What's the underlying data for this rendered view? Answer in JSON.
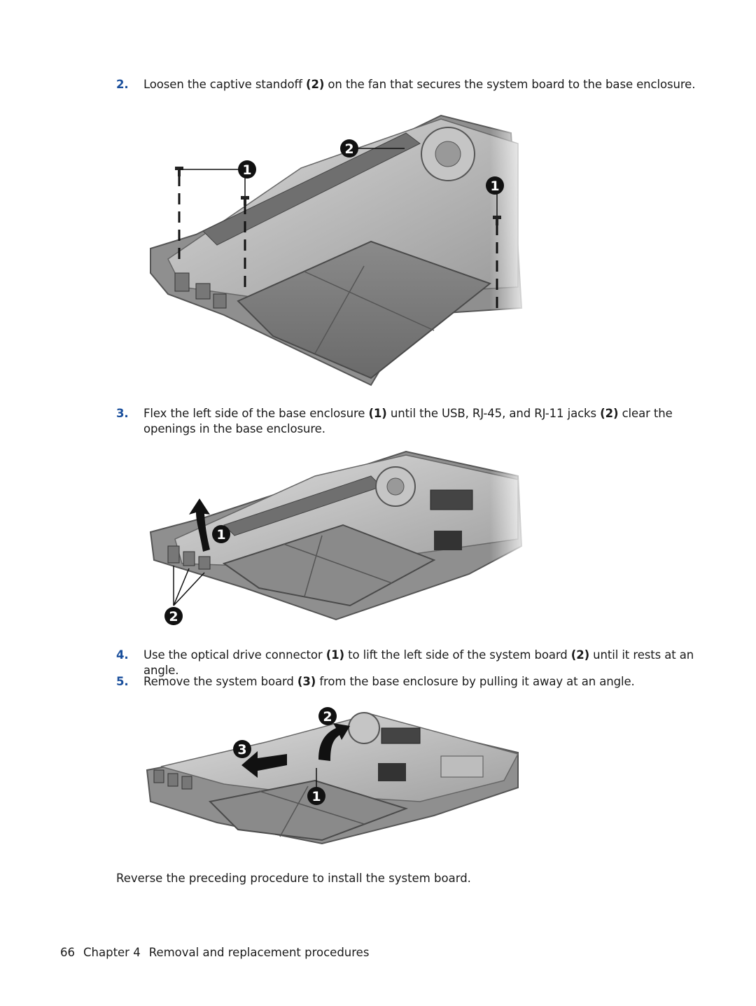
{
  "steps": [
    {
      "number": "2.",
      "parts": [
        "Loosen the captive standoff ",
        "(2)",
        " on the fan that secures the system board to the base enclosure."
      ]
    },
    {
      "number": "3.",
      "parts": [
        "Flex the left side of the base enclosure ",
        "(1)",
        " until the USB, RJ-45, and RJ-11 jacks ",
        "(2)",
        " clear the openings in the base enclosure."
      ]
    },
    {
      "number": "4.",
      "parts": [
        "Use the optical drive connector ",
        "(1)",
        " to lift the left side of the system board ",
        "(2)",
        " until it rests at an angle."
      ]
    },
    {
      "number": "5.",
      "parts": [
        "Remove the system board ",
        "(3)",
        " from the base enclosure by pulling it away at an angle."
      ]
    }
  ],
  "figures": {
    "fig1_callouts": [
      "2",
      "1",
      "1"
    ],
    "fig2_callouts": [
      "1",
      "2"
    ],
    "fig3_callouts": [
      "2",
      "3",
      "1"
    ]
  },
  "closing_text": "Reverse the preceding procedure to install the system board.",
  "footer": {
    "page_number": "66",
    "chapter": "Chapter 4",
    "title": "Removal and replacement procedures"
  },
  "colors": {
    "step_number": "#1a4f9c",
    "text": "#1a1a1a",
    "callout": "#111111"
  }
}
